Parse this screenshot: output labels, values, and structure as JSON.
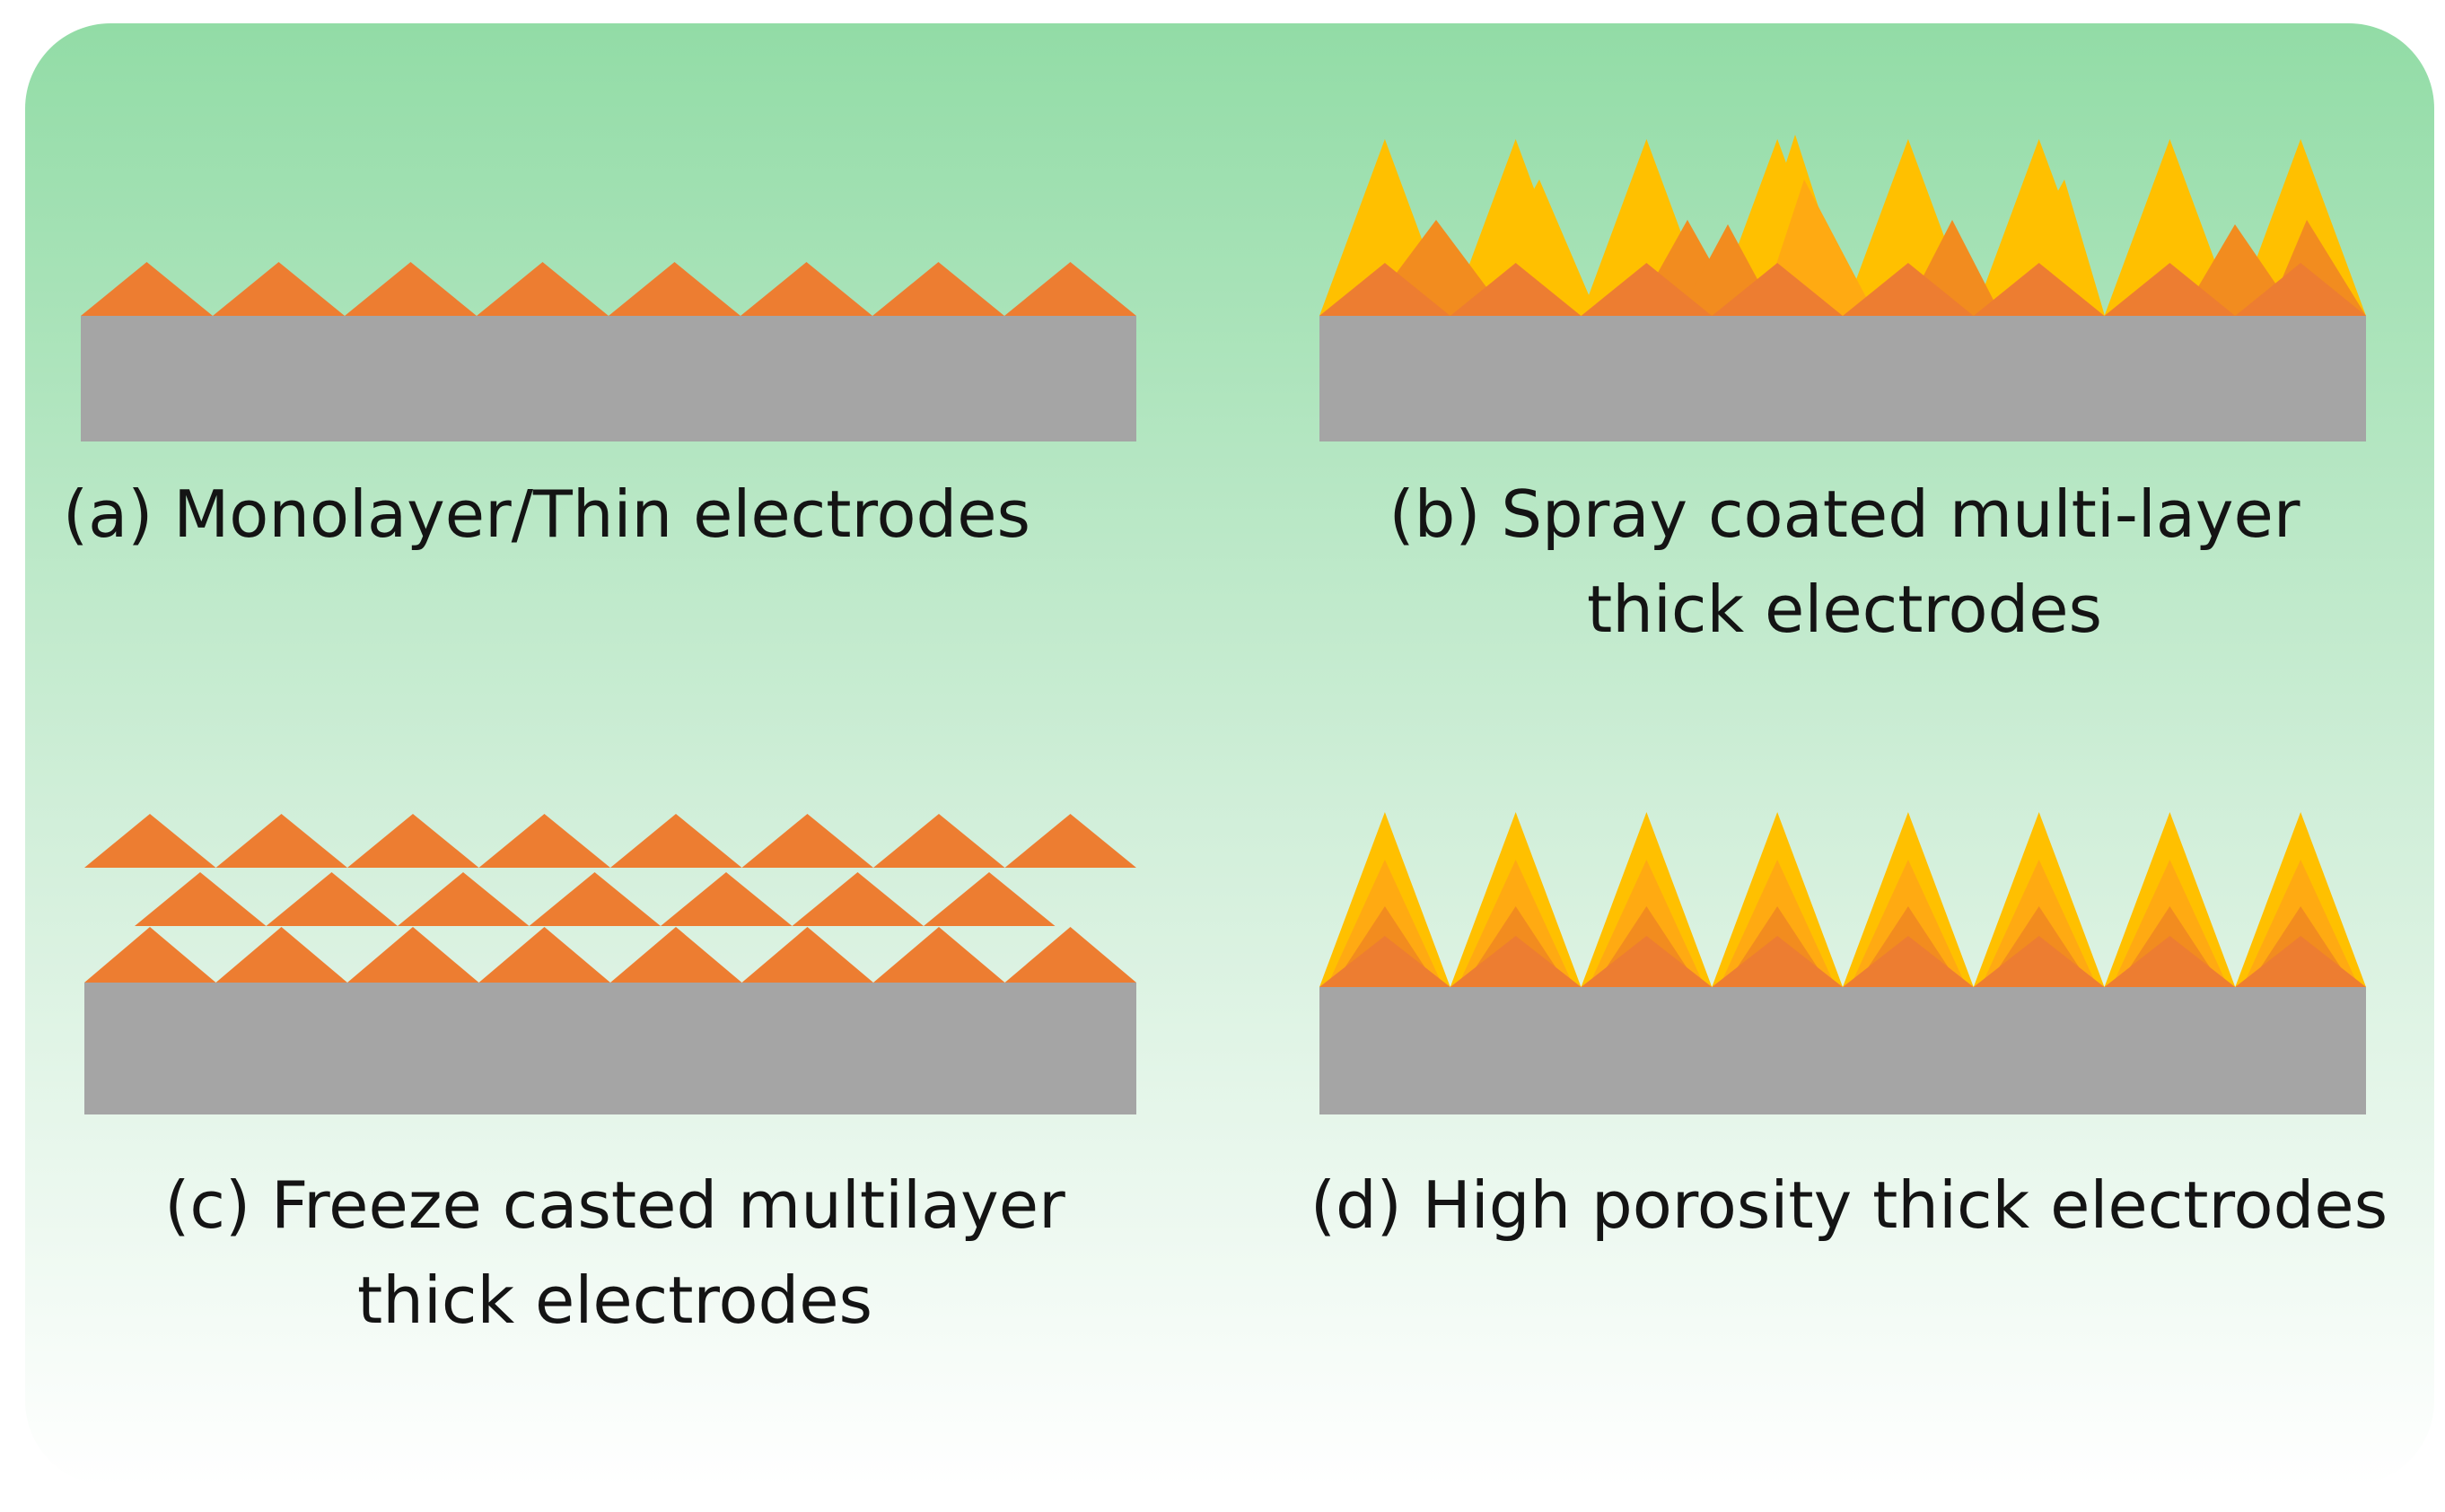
{
  "colors": {
    "background_top": "#92DCA6",
    "background_bottom": "#FFFFFF",
    "substrate": "#A5A5A5",
    "particle_orange": "#ED7D31",
    "particle_dark_orange": "#F28C1F",
    "particle_amber": "#FFAA12",
    "particle_yellow": "#FFC000"
  },
  "panels": [
    {
      "id": "a",
      "caption_lines": [
        "(a) Monolayer/Thin electrodes"
      ]
    },
    {
      "id": "b",
      "caption_lines": [
        "(b) Spray coated multi-layer",
        "thick electrodes"
      ]
    },
    {
      "id": "c",
      "caption_lines": [
        "(c) Freeze casted multilayer",
        "thick electrodes"
      ]
    },
    {
      "id": "d",
      "caption_lines": [
        "(d) High porosity thick electrodes"
      ]
    }
  ]
}
